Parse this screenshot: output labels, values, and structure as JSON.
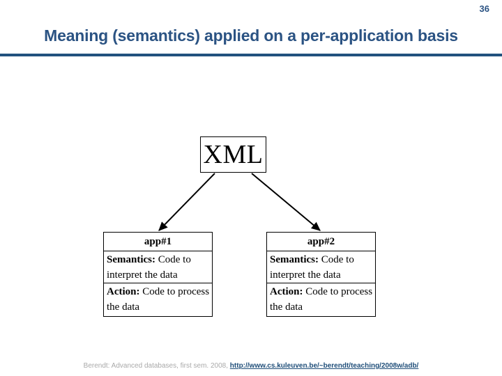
{
  "slide": {
    "page_number": "36",
    "title": "Meaning (semantics) applied on a per-application basis",
    "rule_color": "#21527E",
    "title_color": "#2B5383",
    "background_color": "#FFFFFF"
  },
  "diagram": {
    "type": "tree",
    "root": {
      "label": "XML",
      "shape": "rectangle",
      "border_color": "#000000",
      "fill_color": "#FFFFFF"
    },
    "edges": [
      {
        "name": "xml-to-app1",
        "from": "XML",
        "to": "app#1",
        "style": "solid-arrow",
        "color": "#000000"
      },
      {
        "name": "xml-to-app2",
        "from": "XML",
        "to": "app#2",
        "style": "solid-arrow",
        "color": "#000000"
      }
    ],
    "children": [
      {
        "header": "app#1",
        "rows": [
          {
            "label": "Semantics:",
            "text": " Code to interpret the data"
          },
          {
            "label": "Action:",
            "text": " Code to process the data"
          }
        ]
      },
      {
        "header": "app#2",
        "rows": [
          {
            "label": "Semantics:",
            "text": " Code to interpret the data"
          },
          {
            "label": "Action:",
            "text": " Code to process the data"
          }
        ]
      }
    ]
  },
  "footer": {
    "credit": "Berendt: Advanced databases, first sem. 2008, ",
    "link_text": "http://www.cs.kuleuven.be/~berendt/teaching/2008w/adb/",
    "credit_color": "#A9A9A9",
    "link_color": "#1F4E79"
  }
}
